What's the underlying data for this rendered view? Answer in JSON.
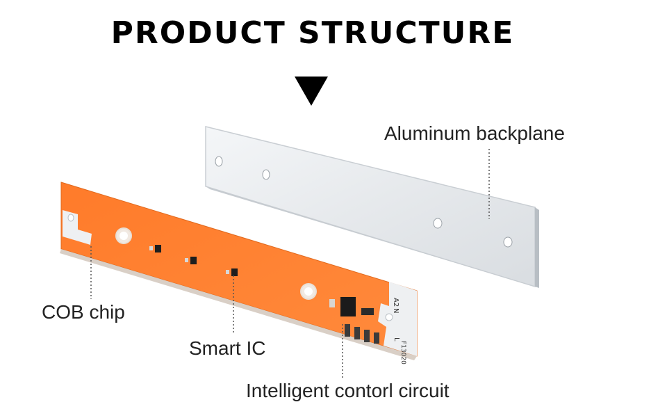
{
  "title": "PRODUCT STRUCTURE",
  "labels": {
    "aluminum": "Aluminum backplane",
    "cob": "COB chip",
    "smart_ic": "Smart IC",
    "control": "Intelligent contorl circuit"
  },
  "board_marks": {
    "a2": "A2",
    "n": "N",
    "l": "L",
    "model": "F13020"
  },
  "colors": {
    "pcb_orange": "#ff7a2c",
    "aluminum": "#e9ecef",
    "text": "#222222"
  }
}
